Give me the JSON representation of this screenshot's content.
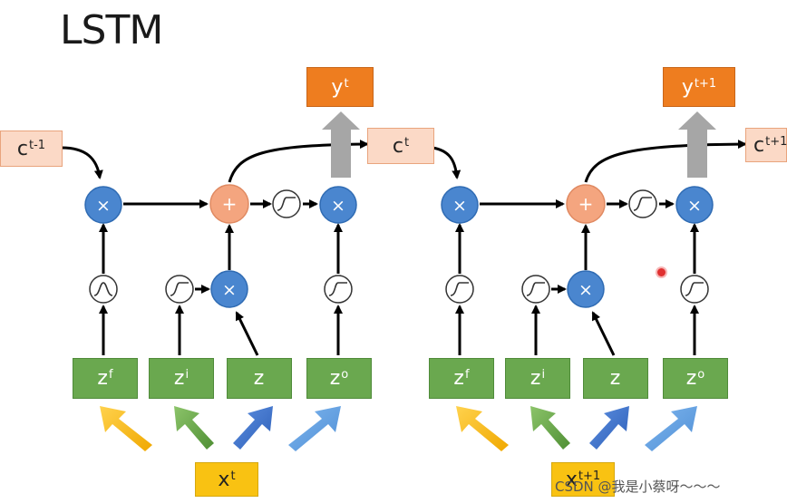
{
  "title": "LSTM",
  "colors": {
    "gate_box": "#6aa84f",
    "output_box": "#ee7d1f",
    "cell_box": "#fbd9c6",
    "input_box": "#f9c212",
    "multiply_node": "#4a86cf",
    "add_node": "#f4a57f",
    "wide_arrow": "#a6a6a6"
  },
  "blocks": [
    {
      "c_prev": {
        "base": "c",
        "sup": "t-1"
      },
      "y": {
        "base": "y",
        "sup": "t"
      },
      "c_next": {
        "base": "c",
        "sup": "t"
      },
      "x": {
        "base": "x",
        "sup": "t"
      },
      "gates": [
        {
          "base": "z",
          "sup": "f"
        },
        {
          "base": "z",
          "sup": "i"
        },
        {
          "base": "z",
          "sup": ""
        },
        {
          "base": "z",
          "sup": "o"
        }
      ]
    },
    {
      "y": {
        "base": "y",
        "sup": "t+1"
      },
      "c_next": {
        "base": "c",
        "sup": "t+1"
      },
      "x": {
        "base": "x",
        "sup": "t+1"
      },
      "gates": [
        {
          "base": "z",
          "sup": "f"
        },
        {
          "base": "z",
          "sup": "i"
        },
        {
          "base": "z",
          "sup": ""
        },
        {
          "base": "z",
          "sup": "o"
        }
      ]
    }
  ],
  "symbols": {
    "multiply": "×",
    "add": "+"
  },
  "watermark": "CSDN @我是小蔡呀～～～"
}
